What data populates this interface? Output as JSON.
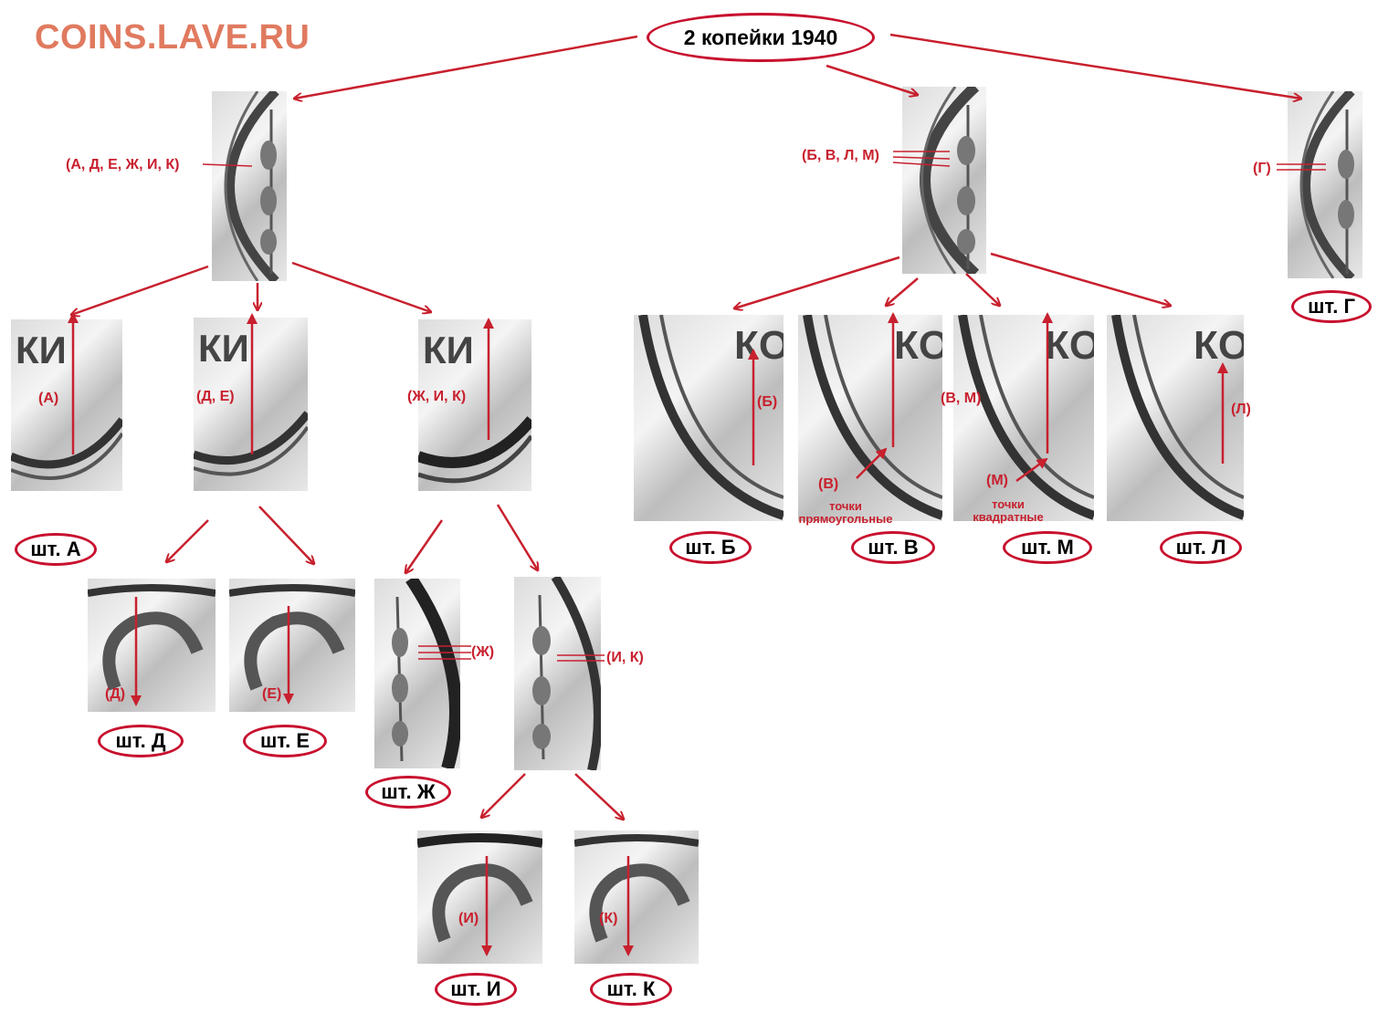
{
  "watermark": "COINS.LAVE.RU",
  "root": "2 копейки 1940",
  "colors": {
    "accent": "#c8202e",
    "watermark": "#e07a5f"
  },
  "group_labels": {
    "g1": "(А, Д, Е, Ж, И, К)",
    "g2": "(Б, В, Л, М)",
    "g3": "(Г)"
  },
  "marks": {
    "a": "(А)",
    "de": "(Д, Е)",
    "zhik": "(Ж, И, К)",
    "b": "(Б)",
    "vm": "(В, М)",
    "l": "(Л)",
    "d": "(Д)",
    "e": "(Е)",
    "zh": "(Ж)",
    "ik": "(И, К)",
    "i": "(И)",
    "k": "(К)",
    "v": "(В)",
    "m": "(М)"
  },
  "notes": {
    "v": [
      "точки",
      "прямоугольные"
    ],
    "m": [
      "точки",
      "квадратные"
    ]
  },
  "stamps": {
    "a": "шт. А",
    "b": "шт. Б",
    "v": "шт. В",
    "g": "шт. Г",
    "d": "шт. Д",
    "e": "шт. Е",
    "zh": "шт. Ж",
    "i": "шт. И",
    "k": "шт. К",
    "l": "шт. Л",
    "m": "шт. М"
  },
  "photo_letters": {
    "ki": "КИ",
    "ko": "КО"
  }
}
